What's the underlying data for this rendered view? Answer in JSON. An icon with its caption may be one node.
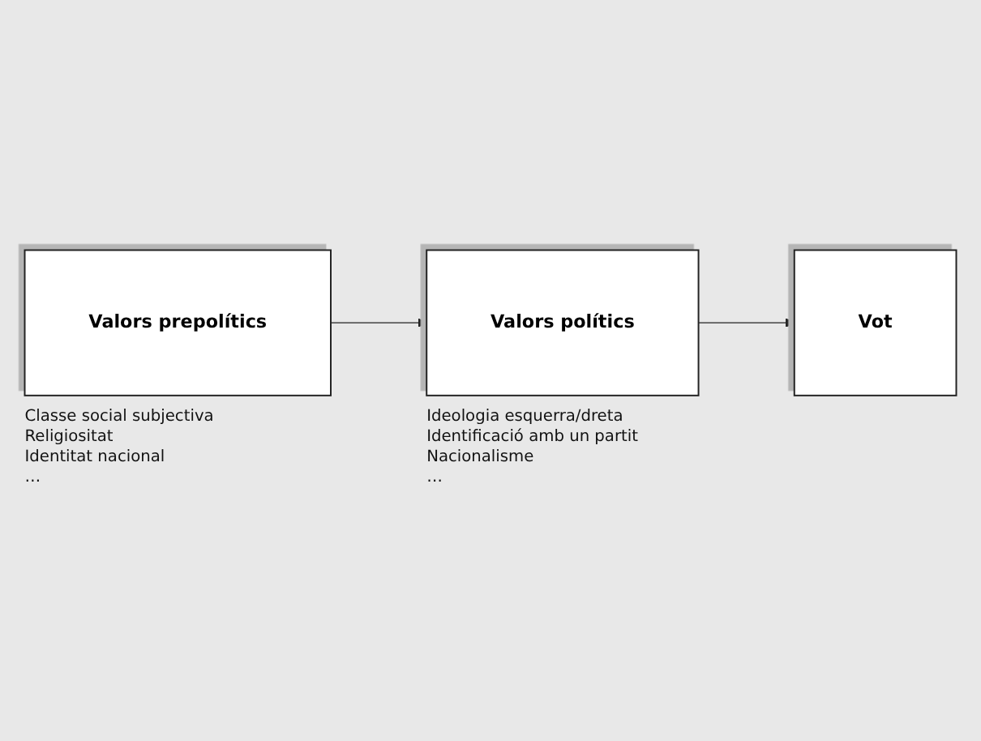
{
  "diagram": {
    "nodes": [
      {
        "text": [
          "Valors prepolítics"
        ],
        "beside": [
          "Classe social subjectiva",
          "Religiositat",
          "Identitat nacional",
          "…"
        ]
      },
      {
        "text": [
          "Valors polítics"
        ],
        "beside": [
          "Ideologia esquerra/dreta",
          "Identificació amb un partit",
          "Nacionalisme",
          "…"
        ]
      },
      {
        "text": [
          "Vot"
        ]
      }
    ],
    "edges": [
      {
        "from": 0,
        "to": 1,
        "arrow": "to"
      },
      {
        "from": 1,
        "to": 2,
        "arrow": "to"
      }
    ]
  }
}
